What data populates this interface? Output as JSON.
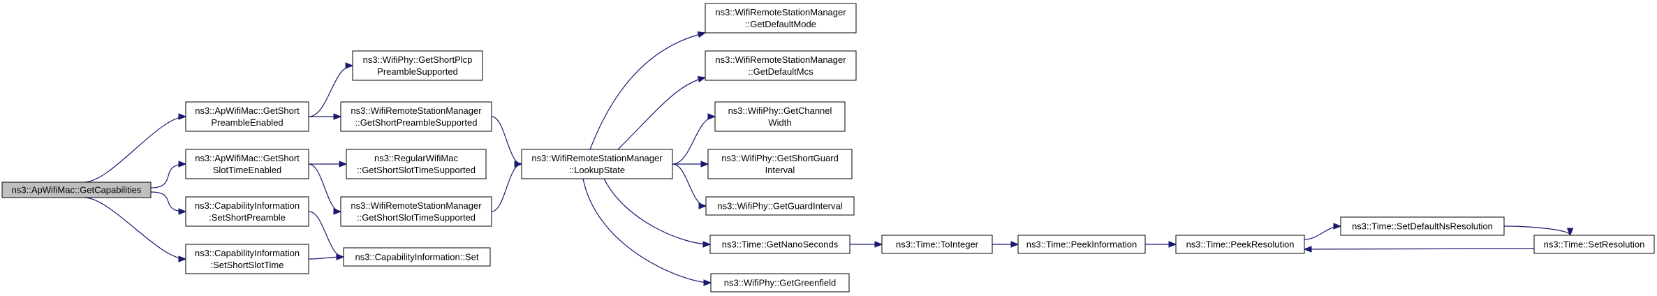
{
  "diagram": {
    "nodes": [
      {
        "id": "root",
        "lines": [
          "ns3::ApWifiMac::GetCapabilities"
        ],
        "root": true
      },
      {
        "id": "gspe",
        "lines": [
          "ns3::ApWifiMac::GetShort",
          "PreambleEnabled"
        ]
      },
      {
        "id": "gsste",
        "lines": [
          "ns3::ApWifiMac::GetShort",
          "SlotTimeEnabled"
        ]
      },
      {
        "id": "cissp",
        "lines": [
          "ns3::CapabilityInformation",
          ":SetShortPreamble"
        ]
      },
      {
        "id": "cisss",
        "lines": [
          "ns3::CapabilityInformation",
          ":SetShortSlotTime"
        ]
      },
      {
        "id": "wpgspps",
        "lines": [
          "ns3::WifiPhy::GetShortPlcp",
          "PreambleSupported"
        ]
      },
      {
        "id": "wrsmgsps",
        "lines": [
          "ns3::WifiRemoteStationManager",
          "::GetShortPreambleSupported"
        ]
      },
      {
        "id": "rwmgssts",
        "lines": [
          "ns3::RegularWifiMac",
          "::GetShortSlotTimeSupported"
        ]
      },
      {
        "id": "wrsmgssts",
        "lines": [
          "ns3::WifiRemoteStationManager",
          "::GetShortSlotTimeSupported"
        ]
      },
      {
        "id": "ciset",
        "lines": [
          "ns3::CapabilityInformation::Set"
        ]
      },
      {
        "id": "lookup",
        "lines": [
          "ns3::WifiRemoteStationManager",
          "::LookupState"
        ]
      },
      {
        "id": "gdmode",
        "lines": [
          "ns3::WifiRemoteStationManager",
          "::GetDefaultMode"
        ]
      },
      {
        "id": "gdmcs",
        "lines": [
          "ns3::WifiRemoteStationManager",
          "::GetDefaultMcs"
        ]
      },
      {
        "id": "gcw",
        "lines": [
          "ns3::WifiPhy::GetChannel",
          "Width"
        ]
      },
      {
        "id": "gsgi",
        "lines": [
          "ns3::WifiPhy::GetShortGuard",
          "Interval"
        ]
      },
      {
        "id": "ggi",
        "lines": [
          "ns3::WifiPhy::GetGuardInterval"
        ]
      },
      {
        "id": "gns",
        "lines": [
          "ns3::Time::GetNanoSeconds"
        ]
      },
      {
        "id": "ggf",
        "lines": [
          "ns3::WifiPhy::GetGreenfield"
        ]
      },
      {
        "id": "toint",
        "lines": [
          "ns3::Time::ToInteger"
        ]
      },
      {
        "id": "peekinfo",
        "lines": [
          "ns3::Time::PeekInformation"
        ]
      },
      {
        "id": "peekres",
        "lines": [
          "ns3::Time::PeekResolution"
        ]
      },
      {
        "id": "setdef",
        "lines": [
          "ns3::Time::SetDefaultNsResolution"
        ]
      },
      {
        "id": "setres",
        "lines": [
          "ns3::Time::SetResolution"
        ]
      }
    ],
    "edges": [
      [
        "root",
        "gspe"
      ],
      [
        "root",
        "gsste"
      ],
      [
        "root",
        "cissp"
      ],
      [
        "root",
        "cisss"
      ],
      [
        "gspe",
        "wpgspps"
      ],
      [
        "gspe",
        "wrsmgsps"
      ],
      [
        "gsste",
        "rwmgssts"
      ],
      [
        "gsste",
        "wrsmgssts"
      ],
      [
        "cissp",
        "ciset"
      ],
      [
        "cisss",
        "ciset"
      ],
      [
        "wrsmgsps",
        "lookup"
      ],
      [
        "wrsmgssts",
        "lookup"
      ],
      [
        "lookup",
        "gdmode"
      ],
      [
        "lookup",
        "gdmcs"
      ],
      [
        "lookup",
        "gcw"
      ],
      [
        "lookup",
        "gsgi"
      ],
      [
        "lookup",
        "ggi"
      ],
      [
        "lookup",
        "gns"
      ],
      [
        "lookup",
        "ggf"
      ],
      [
        "gns",
        "toint"
      ],
      [
        "toint",
        "peekinfo"
      ],
      [
        "peekinfo",
        "peekres"
      ],
      [
        "peekres",
        "setdef"
      ],
      [
        "setdef",
        "setres"
      ],
      [
        "setres",
        "peekres"
      ]
    ]
  }
}
